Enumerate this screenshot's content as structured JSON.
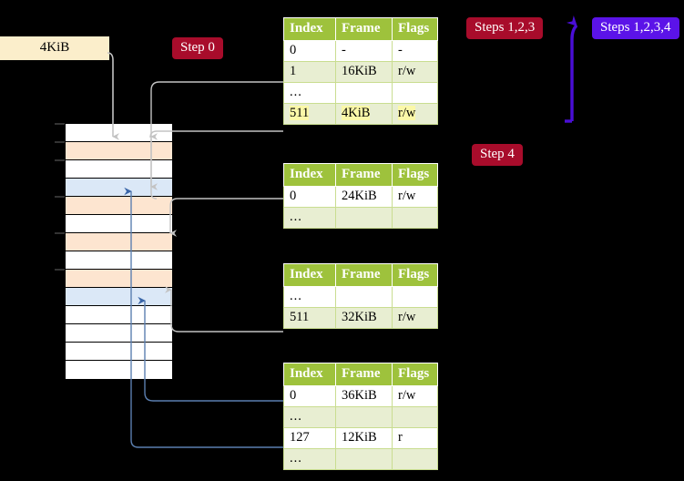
{
  "labels": {
    "size_4kib": "4KiB",
    "step0": "Step 0",
    "steps123": "Steps 1,2,3",
    "steps1234": "Steps 1,2,3,4",
    "step4": "Step 4"
  },
  "colors": {
    "step_red": "#a80c2b",
    "step_blue": "#5b13e8",
    "cream": "#fbeecb",
    "table_header": "#9ec23c",
    "table_row_alt": "#e8eed2",
    "highlight_yellow": "#fbf8a8",
    "mem_peach": "#fde5d0",
    "mem_blue": "#dbe8f7",
    "arrow_gray": "#b8b8b8",
    "arrow_blue": "#5b7fb0",
    "background": "#000000"
  },
  "table_headers": [
    "Index",
    "Frame",
    "Flags"
  ],
  "tables": [
    {
      "name": "pml4-table",
      "rows": [
        {
          "index": "0",
          "frame": "-",
          "flags": "-",
          "highlight": false
        },
        {
          "index": "1",
          "frame": "16KiB",
          "flags": "r/w",
          "highlight": false
        },
        {
          "index": "...",
          "frame": "",
          "flags": "",
          "highlight": false
        },
        {
          "index": "511",
          "frame": "4KiB",
          "flags": "r/w",
          "highlight": true
        }
      ]
    },
    {
      "name": "pdpt-table",
      "rows": [
        {
          "index": "0",
          "frame": "24KiB",
          "flags": "r/w",
          "highlight": false
        },
        {
          "index": "...",
          "frame": "",
          "flags": "",
          "highlight": false
        }
      ]
    },
    {
      "name": "pd-table",
      "rows": [
        {
          "index": "...",
          "frame": "",
          "flags": "",
          "highlight": false
        },
        {
          "index": "511",
          "frame": "32KiB",
          "flags": "r/w",
          "highlight": false
        }
      ]
    },
    {
      "name": "pt-table",
      "rows": [
        {
          "index": "0",
          "frame": "36KiB",
          "flags": "r/w",
          "highlight": false
        },
        {
          "index": "...",
          "frame": "",
          "flags": "",
          "highlight": false
        },
        {
          "index": "127",
          "frame": "12KiB",
          "flags": "r",
          "highlight": false
        },
        {
          "index": "...",
          "frame": "",
          "flags": "",
          "highlight": false
        }
      ]
    }
  ],
  "memory_rows": [
    {
      "fill": "white"
    },
    {
      "fill": "peach"
    },
    {
      "fill": "white"
    },
    {
      "fill": "blue"
    },
    {
      "fill": "peach"
    },
    {
      "fill": "white"
    },
    {
      "fill": "peach"
    },
    {
      "fill": "white"
    },
    {
      "fill": "peach"
    },
    {
      "fill": "blue"
    },
    {
      "fill": "white"
    },
    {
      "fill": "white"
    },
    {
      "fill": "white"
    },
    {
      "fill": "white"
    }
  ]
}
